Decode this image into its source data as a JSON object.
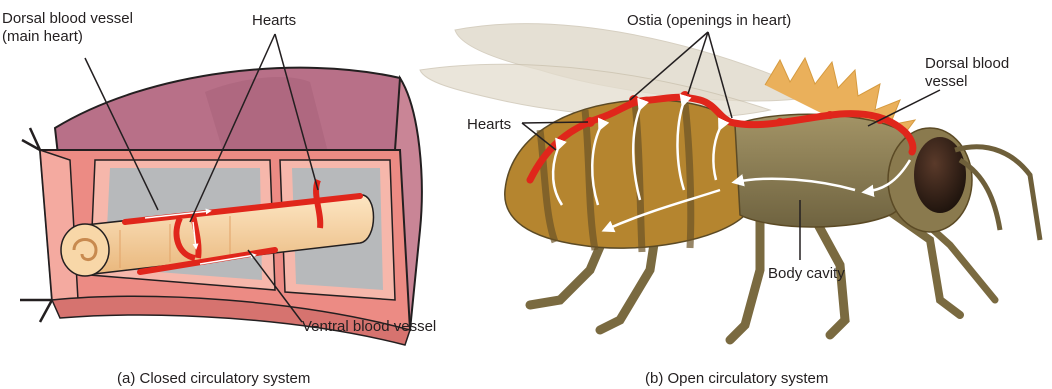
{
  "panel_a": {
    "labels": {
      "dorsal_line1": "Dorsal blood vessel",
      "dorsal_line2": "(main heart)",
      "hearts": "Hearts",
      "ventral": "Ventral blood vessel"
    },
    "caption": "(a) Closed circulatory system"
  },
  "panel_b": {
    "labels": {
      "ostia": "Ostia (openings in heart)",
      "hearts": "Hearts",
      "dorsal_line1": "Dorsal blood",
      "dorsal_line2": "vessel",
      "body_cavity": "Body cavity"
    },
    "caption": "(b) Open circulatory system"
  },
  "colors": {
    "vessel_red": "#e0261b",
    "worm_pink": "#f3a08e",
    "worm_top": "#b9738a",
    "tube_cream": "#f8d7a8",
    "bee_body": "#8c7d52",
    "bee_stripe": "#b7882f",
    "leader": "#231f20"
  }
}
